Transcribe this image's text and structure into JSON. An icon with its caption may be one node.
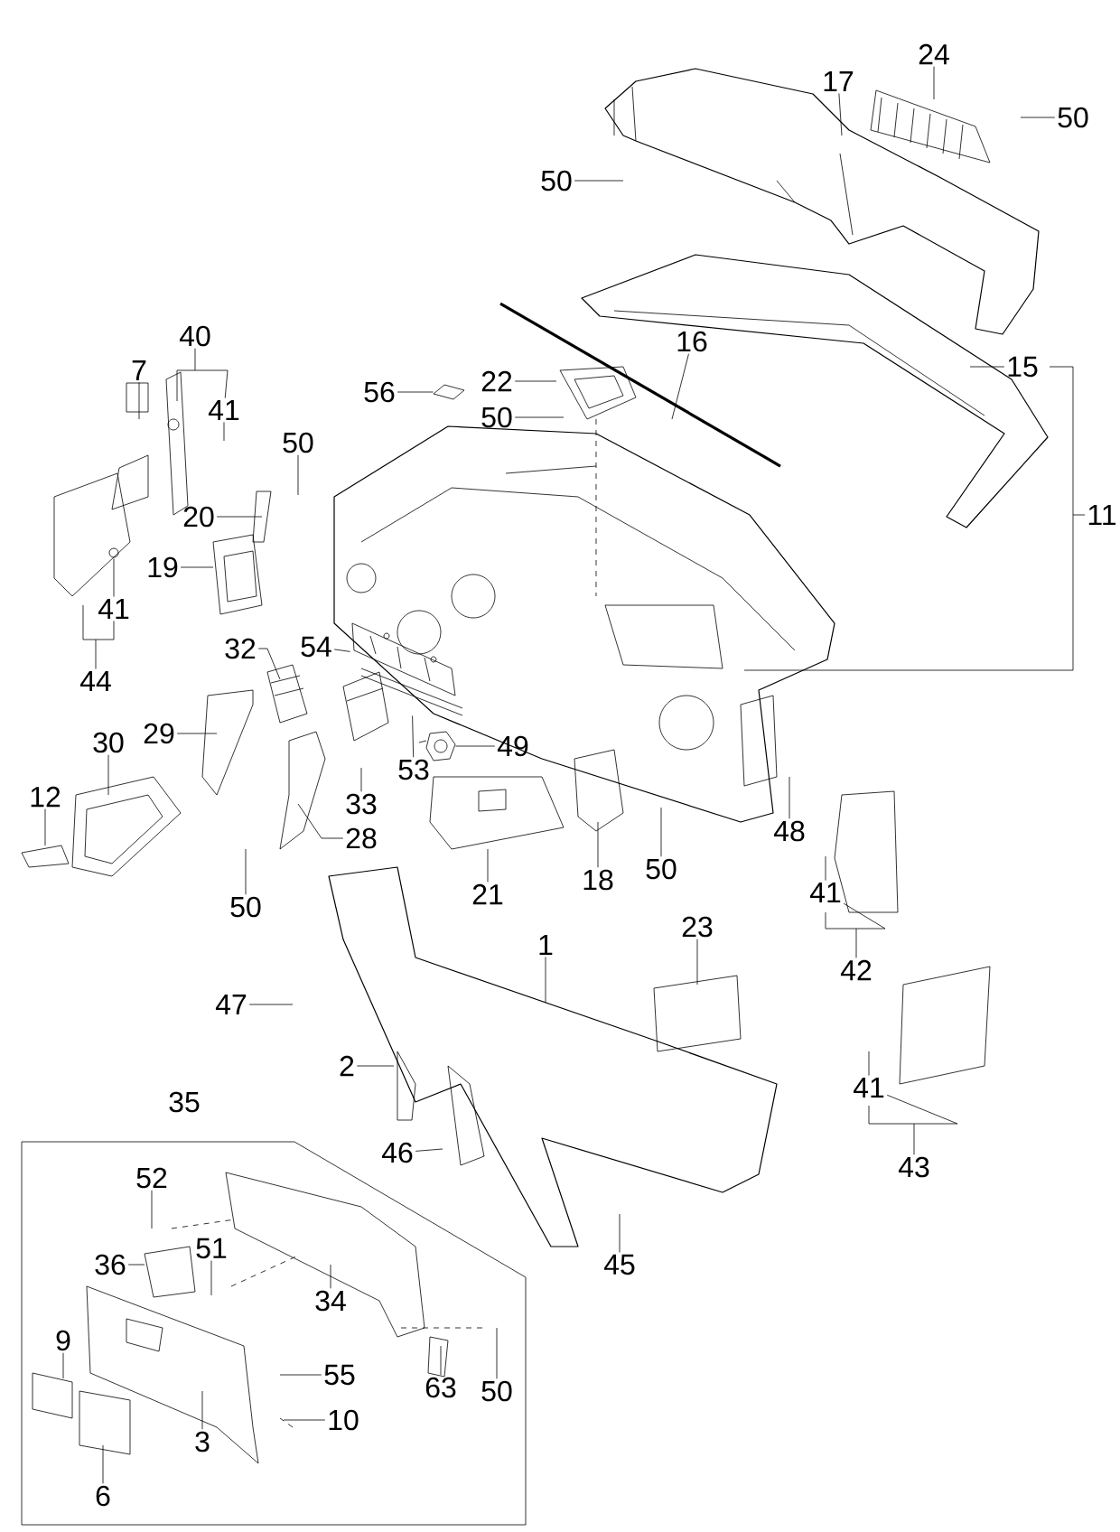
{
  "diagram": {
    "nodes": [
      {
        "text": [
          "24"
        ]
      },
      {
        "text": [
          "17"
        ]
      },
      {
        "text": [
          "50"
        ]
      },
      {
        "text": [
          "50"
        ]
      },
      {
        "text": [
          "16"
        ]
      },
      {
        "text": [
          "15"
        ]
      },
      {
        "text": [
          "11"
        ]
      },
      {
        "text": [
          "56"
        ]
      },
      {
        "text": [
          "22"
        ]
      },
      {
        "text": [
          "50"
        ]
      },
      {
        "text": [
          "40"
        ]
      },
      {
        "text": [
          "7"
        ]
      },
      {
        "text": [
          "41"
        ]
      },
      {
        "text": [
          "50"
        ]
      },
      {
        "text": [
          "20"
        ]
      },
      {
        "text": [
          "19"
        ]
      },
      {
        "text": [
          "41"
        ]
      },
      {
        "text": [
          "44"
        ]
      },
      {
        "text": [
          "32"
        ]
      },
      {
        "text": [
          "54"
        ]
      },
      {
        "text": [
          "29"
        ]
      },
      {
        "text": [
          "30"
        ]
      },
      {
        "text": [
          "12"
        ]
      },
      {
        "text": [
          "53"
        ]
      },
      {
        "text": [
          "49"
        ]
      },
      {
        "text": [
          "33"
        ]
      },
      {
        "text": [
          "28"
        ]
      },
      {
        "text": [
          "50"
        ]
      },
      {
        "text": [
          "21"
        ]
      },
      {
        "text": [
          "18"
        ]
      },
      {
        "text": [
          "50"
        ]
      },
      {
        "text": [
          "48"
        ]
      },
      {
        "text": [
          "41"
        ]
      },
      {
        "text": [
          "42"
        ]
      },
      {
        "text": [
          "23"
        ]
      },
      {
        "text": [
          "1"
        ]
      },
      {
        "text": [
          "47"
        ]
      },
      {
        "text": [
          "2"
        ]
      },
      {
        "text": [
          "41"
        ]
      },
      {
        "text": [
          "43"
        ]
      },
      {
        "text": [
          "46"
        ]
      },
      {
        "text": [
          "45"
        ]
      },
      {
        "text": [
          "35"
        ]
      },
      {
        "text": [
          "52"
        ],
        "in": 42
      },
      {
        "text": [
          "36"
        ],
        "in": 42
      },
      {
        "text": [
          "51"
        ],
        "in": 42
      },
      {
        "text": [
          "34"
        ],
        "in": 42
      },
      {
        "text": [
          "9"
        ],
        "in": 42
      },
      {
        "text": [
          "55"
        ],
        "in": 42
      },
      {
        "text": [
          "63"
        ],
        "in": 42
      },
      {
        "text": [
          "50"
        ],
        "in": 42
      },
      {
        "text": [
          "3"
        ],
        "in": 42
      },
      {
        "text": [
          "10"
        ],
        "in": 42
      },
      {
        "text": [
          "6"
        ],
        "in": 42
      },
      {
        "text": [],
        "shape": "picture"
      },
      {
        "text": [],
        "shape": "picture"
      },
      {
        "text": [],
        "shape": "picture"
      },
      {
        "text": [],
        "shape": "picture"
      },
      {
        "text": [],
        "shape": "picture"
      }
    ],
    "edges": [
      {
        "from": 0,
        "to": null,
        "arrow": "none"
      },
      {
        "from": 1,
        "to": null,
        "arrow": "none"
      },
      {
        "from": 2,
        "to": null,
        "arrow": "none"
      },
      {
        "from": 3,
        "to": null,
        "arrow": "none"
      },
      {
        "from": 4,
        "to": null,
        "arrow": "none"
      },
      {
        "from": 5,
        "to": null,
        "arrow": "none"
      },
      {
        "from": 6,
        "to": null,
        "arrow": "none"
      },
      {
        "from": 7,
        "to": 54,
        "arrow": "none"
      },
      {
        "from": 8,
        "to": null,
        "arrow": "none"
      },
      {
        "from": 9,
        "to": null,
        "arrow": "none"
      },
      {
        "from": 10,
        "to": 12,
        "arrow": "none"
      },
      {
        "from": 11,
        "to": null,
        "arrow": "none"
      },
      {
        "from": 12,
        "to": null,
        "arrow": "none"
      },
      {
        "from": 13,
        "to": null,
        "arrow": "none"
      },
      {
        "from": 14,
        "to": null,
        "arrow": "none"
      },
      {
        "from": 15,
        "to": null,
        "arrow": "none"
      },
      {
        "from": 16,
        "to": 55,
        "arrow": "none"
      },
      {
        "from": 17,
        "to": 16,
        "arrow": "none"
      },
      {
        "from": 18,
        "to": null,
        "arrow": "none"
      },
      {
        "from": 19,
        "to": 56,
        "arrow": "none"
      },
      {
        "from": 20,
        "to": null,
        "arrow": "none"
      },
      {
        "from": 21,
        "to": null,
        "arrow": "none"
      },
      {
        "from": 22,
        "to": null,
        "arrow": "none"
      },
      {
        "from": 23,
        "to": 57,
        "arrow": "none"
      },
      {
        "from": 24,
        "to": 58,
        "arrow": "none"
      },
      {
        "from": 25,
        "to": null,
        "arrow": "none"
      },
      {
        "from": 26,
        "to": null,
        "arrow": "none"
      },
      {
        "from": 27,
        "to": null,
        "arrow": "none"
      },
      {
        "from": 28,
        "to": null,
        "arrow": "none"
      },
      {
        "from": 29,
        "to": null,
        "arrow": "none"
      },
      {
        "from": 30,
        "to": null,
        "arrow": "none"
      },
      {
        "from": 31,
        "to": null,
        "arrow": "none"
      },
      {
        "from": 32,
        "to": null,
        "arrow": "none"
      },
      {
        "from": 33,
        "to": 32,
        "arrow": "none"
      },
      {
        "from": 34,
        "to": null,
        "arrow": "none"
      },
      {
        "from": 35,
        "to": null,
        "arrow": "none"
      },
      {
        "from": 36,
        "to": null,
        "arrow": "none"
      },
      {
        "from": 37,
        "to": null,
        "arrow": "none"
      },
      {
        "from": 38,
        "to": null,
        "arrow": "none"
      },
      {
        "from": 39,
        "to": 38,
        "arrow": "none"
      },
      {
        "from": 40,
        "to": null,
        "arrow": "none"
      },
      {
        "from": 41,
        "to": null,
        "arrow": "none"
      },
      {
        "from": 43,
        "to": null,
        "arrow": "none"
      },
      {
        "from": 44,
        "to": null,
        "arrow": "none"
      },
      {
        "from": 45,
        "to": null,
        "arrow": "none"
      },
      {
        "from": 46,
        "to": null,
        "arrow": "none"
      },
      {
        "from": 47,
        "to": null,
        "arrow": "none"
      },
      {
        "from": 48,
        "to": null,
        "arrow": "none"
      },
      {
        "from": 49,
        "to": null,
        "arrow": "none"
      },
      {
        "from": 50,
        "to": null,
        "arrow": "none"
      },
      {
        "from": 51,
        "to": null,
        "arrow": "none"
      },
      {
        "from": 52,
        "to": null,
        "arrow": "none"
      },
      {
        "from": 53,
        "to": null,
        "arrow": "none"
      }
    ]
  }
}
